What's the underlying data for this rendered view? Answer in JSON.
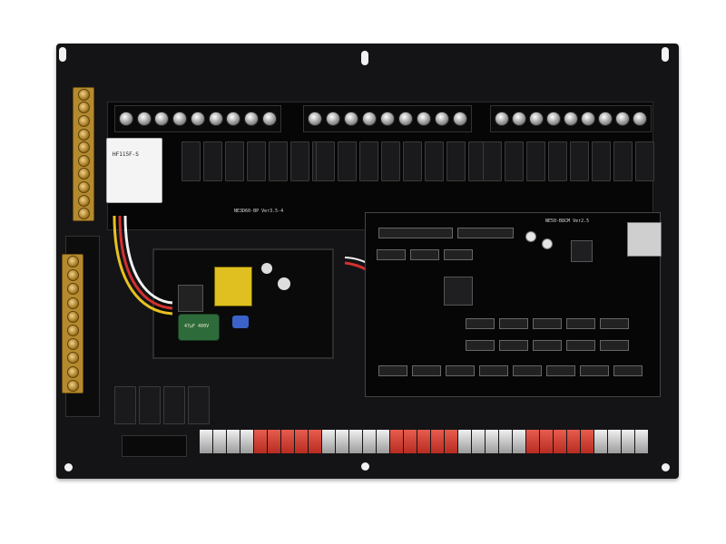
{
  "scene": {
    "subject": "industrial-controller-board",
    "background_color": "#ffffff",
    "board_color": "#141416"
  },
  "silkscreen": {
    "main_board_label": "NE3D60-BP Ver3.5-4",
    "controller_label": "NE50-B8CM Ver2.5",
    "relay_label": "HF115F-S",
    "psu_cap_label": "47μF 400V"
  },
  "terminal_blocks": {
    "top_left_count": 9,
    "top_middle_count": 9,
    "top_right_count": 9,
    "left_brass_top_count": 10,
    "left_brass_bottom_count": 10
  },
  "connector_groups": {
    "bottom_group_colors": [
      "grey",
      "red",
      "grey",
      "red",
      "grey",
      "red",
      "grey"
    ]
  },
  "colors": {
    "brass": "#b58a2e",
    "connector_red": "#d84a3c",
    "connector_grey": "#cfcfcf",
    "psu_yellow": "#e0c020",
    "capacitor_green": "#2e6b3a"
  }
}
